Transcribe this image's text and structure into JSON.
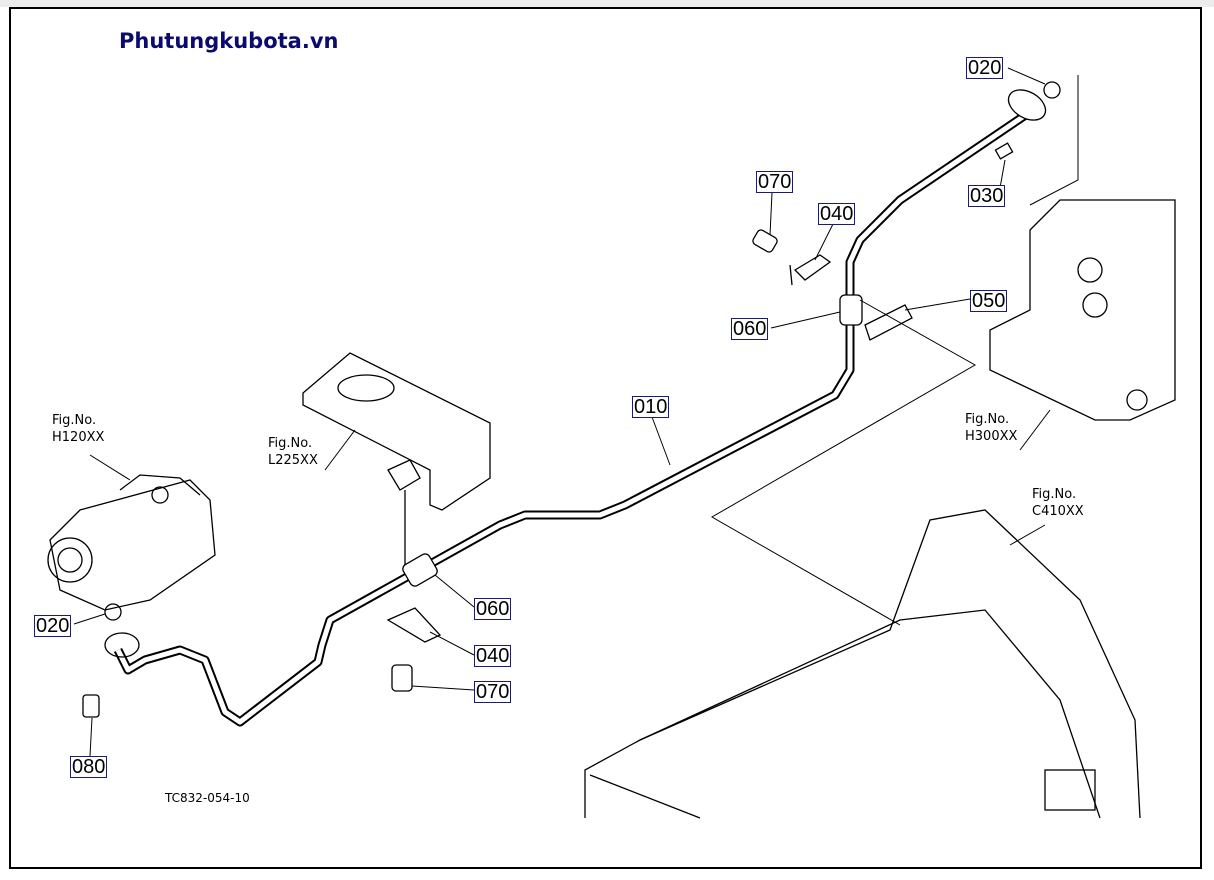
{
  "brand": "Phutungkubota.vn",
  "drawing_code": "TC832-054-10",
  "parts": {
    "p010": "010",
    "p020_top": "020",
    "p030": "030",
    "p070_top": "070",
    "p040_top": "040",
    "p050": "050",
    "p060_top": "060",
    "p060_mid": "060",
    "p040_mid": "040",
    "p070_mid": "070",
    "p020_left": "020",
    "p080": "080"
  },
  "figures": {
    "fig_label": "Fig.No.",
    "h120": "H120XX",
    "l225": "L225XX",
    "h300": "H300XX",
    "c410": "C410XX"
  }
}
